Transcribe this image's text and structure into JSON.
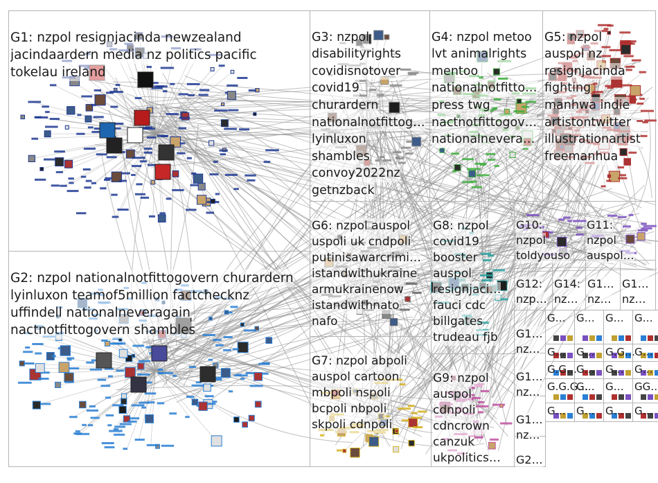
{
  "groups": [
    {
      "id": "G1",
      "label": "G1: nzpol resignjacinda newzealand jacindaardern media nz politics pacific tokelau ireland",
      "lines": [
        "G1: nzpol resignjacinda newzealand",
        "jacindaardern media nz politics pacific",
        "tokelau ireland"
      ],
      "color": "#1f3a93"
    },
    {
      "id": "G2",
      "label": "G2: nzpol nationalnotfittogovern churardern lyinluxon teamof5million factchecknz uffindell nationalneveragain nactnotfittogovern shambles",
      "lines": [
        "G2: nzpol nationalnotfittogovern churardern",
        "lyinluxon teamof5million factchecknz",
        "uffindell nationalneveragain",
        "nactnotfittogovern shambles"
      ],
      "color": "#2a7fd4"
    },
    {
      "id": "G3",
      "label": "G3: nzpol disabilityrights covidisnotover covid19 churardern nationalnotfittog… lyinluxon shambles convoy2022nz getnzback",
      "lines": [
        "G3: nzpol",
        "disabilityrights",
        "covidisnotover",
        "covid19",
        "churardern",
        "nationalnotfittog…",
        "lyinluxon",
        "shambles",
        "convoy2022nz",
        "getnzback"
      ],
      "color": "#8a8a8a"
    },
    {
      "id": "G4",
      "label": "G4: nzpol metoo lvt animalrights mentoo nationalnotfitto… press twg nactnotfittogov… nationalnevera…",
      "lines": [
        "G4: nzpol metoo",
        "lvt animalrights",
        "mentoo",
        "nationalnotfitto…",
        "press twg",
        "nactnotfittogov…",
        "nationalnevera…"
      ],
      "color": "#3fae3f"
    },
    {
      "id": "G5",
      "label": "G5: nzpol auspol nz resignjacinda fighting manhwa indie artistontwitter illustrationartist freemanhua",
      "lines": [
        "G5: nzpol",
        "auspol nz",
        "resignjacinda",
        "fighting",
        "manhwa indie",
        "artistontwitter",
        "illustrationartist",
        "freemanhua"
      ],
      "color": "#b03030"
    },
    {
      "id": "G6",
      "label": "G6: nzpol auspol uspoli uk cndpoli putinisawarcrimi… istandwithukraine armukrainenow istandwithnato nafo",
      "lines": [
        "G6: nzpol auspol",
        "uspoli uk cndpoli",
        "putinisawarcrimi…",
        "istandwithukraine",
        "armukrainenow",
        "istandwithnato",
        "nafo"
      ],
      "color": "#666666"
    },
    {
      "id": "G7",
      "label": "G7: nzpol abpoli auspol cartoon mbpoli nspoli bcpoli nbpoli skpoli cdnpoli",
      "lines": [
        "G7: nzpol abpoli",
        "auspol cartoon",
        "mbpoli nspoli",
        "bcpoli nbpoli",
        "skpoli cdnpoli"
      ],
      "color": "#d4b020"
    },
    {
      "id": "G8",
      "label": "G8: nzpol covid19 booster auspol resignjaci… fauci cdc billgates trudeau fjb",
      "lines": [
        "G8: nzpol",
        "covid19",
        "booster",
        "auspol",
        "resignjaci…",
        "fauci cdc",
        "billgates",
        "trudeau fjb"
      ],
      "color": "#2aa0a0"
    },
    {
      "id": "G9",
      "label": "G9: nzpol auspol cdnpoli cdncrown canzuk ukpolitics…",
      "lines": [
        "G9: nzpol",
        "auspol",
        "cdnpoli",
        "cdncrown",
        "canzuk",
        "ukpolitics…"
      ],
      "color": "#c050a0"
    },
    {
      "id": "G10",
      "label": "G10: nzpol toldyouso",
      "lines": [
        "G10:",
        "nzpol",
        "toldyouso"
      ],
      "color": "#7a50c0"
    },
    {
      "id": "G11",
      "label": "G11: nzpol auspol…",
      "lines": [
        "G11:",
        "nzpol",
        "auspol…"
      ],
      "color": "#7a50c0"
    },
    {
      "id": "G12",
      "label": "G12: nzp…",
      "lines": [
        "G12:",
        "nzp…"
      ],
      "color": "#404040"
    },
    {
      "id": "G14",
      "label": "G14: nzp…",
      "lines": [
        "G14:",
        "nzp…"
      ],
      "color": "#404040"
    },
    {
      "id": "G1x",
      "label": "G1… nz…",
      "lines": [
        "G1…",
        "nz…"
      ],
      "color": "#404040"
    },
    {
      "id": "G1y",
      "label": "G1… nz…",
      "lines": [
        "G1…",
        "nz…"
      ],
      "color": "#404040"
    },
    {
      "id": "G1a",
      "label": "G1… nz…",
      "lines": [
        "G1…",
        "nz…"
      ],
      "color": "#404040"
    },
    {
      "id": "G1b",
      "label": "G1… nz…",
      "lines": [
        "G1…",
        "nz…"
      ],
      "color": "#404040"
    },
    {
      "id": "G1c",
      "label": "G1… nz…",
      "lines": [
        "G1…",
        "nz…"
      ],
      "color": "#404040"
    },
    {
      "id": "G2x",
      "label": "G2…",
      "lines": [
        "G2…"
      ],
      "color": "#404040"
    }
  ],
  "mini_labels": [
    "G…",
    "G…",
    "G…",
    "G…",
    "G…",
    "G…",
    "G.G…",
    "G…",
    "G.G…",
    "G…",
    "G…",
    "G…",
    "G.G.G…",
    "G…",
    "G…",
    "GG…",
    "G…",
    "G…",
    "G…",
    "G…"
  ],
  "colors": {
    "edge": "#8c8c8c",
    "border": "#b4b4b4",
    "background": "#ffffff"
  }
}
